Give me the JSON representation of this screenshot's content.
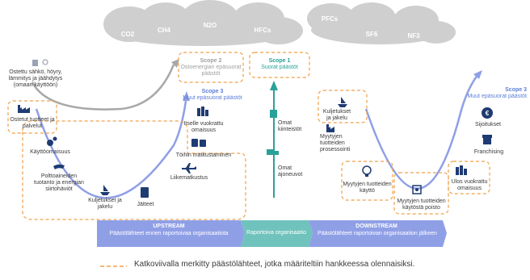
{
  "gases": [
    "CO2",
    "CH4",
    "N2O",
    "HFCs",
    "PFCs",
    "SF6",
    "NF3"
  ],
  "scopes": {
    "scope2": {
      "title": "Scope 2",
      "subtitle": "Ostoenergian epäsuorat päästöt"
    },
    "scope1": {
      "title": "Scope 1",
      "subtitle": "Suorat päästöt"
    },
    "scope3_up": {
      "title": "Scope 3",
      "subtitle": "Muut epäsuorat päästöt"
    },
    "scope3_down": {
      "title": "Scope 3",
      "subtitle": "Muut epäsuorat päästöt"
    }
  },
  "upstream_items": {
    "purchased_energy": "Ostettu sähkö, höyry, lämmitys ja jäähdytys (omaan käyttöön)",
    "purchased_goods": "Ostetut tuotteet ja palvelut",
    "capital_goods": "Käyttöomaisuus",
    "fuel_energy": "Polttoaineiden tuotanto ja energian siirtohäviöt",
    "transport": "Kuljetukset ja jakelu",
    "waste": "Jätteet",
    "business_travel": "Liikematkustus",
    "commuting": "Töihin matkustaminen",
    "leased_assets": "Itselle vuokrattu omaisuus"
  },
  "scope1_items": {
    "facilities": "Omat kiinteistöt",
    "vehicles": "Omat ajoneuvot"
  },
  "downstream_items": {
    "transport": "Kuljetukset ja jakelu",
    "processing": "Myytyjen tuotteiden prosessointi",
    "use": "Myytyjen tuotteiden käyttö",
    "end_of_life": "Myytyjen tuotteiden käytöstä poisto",
    "leased_assets": "Ulos vuokrattu omaisuus",
    "franchising": "Franchising",
    "investments": "Sijoitukset"
  },
  "bands": {
    "upstream_title": "UPSTREAM",
    "upstream_sub": "Päästölähteet ennen raportoivaa organisaatiota",
    "reporting": "Raportoiva organisaatio",
    "downstream_title": "DOWNSTREAM",
    "downstream_sub": "Päästölähteet raportoivan organisaation jälkeen"
  },
  "legend": "Katkoviivalla merkitty päästölähteet, jotka määriteltiin hankkeessa olennaisiksi.",
  "colors": {
    "cloud": "#cfcfcf",
    "dashed_orange": "#f0a04b",
    "scope3_blue": "#5b7fd6",
    "teal": "#2aa198",
    "band_blue": "#8f9fe6",
    "icon_navy": "#1f3b73"
  }
}
